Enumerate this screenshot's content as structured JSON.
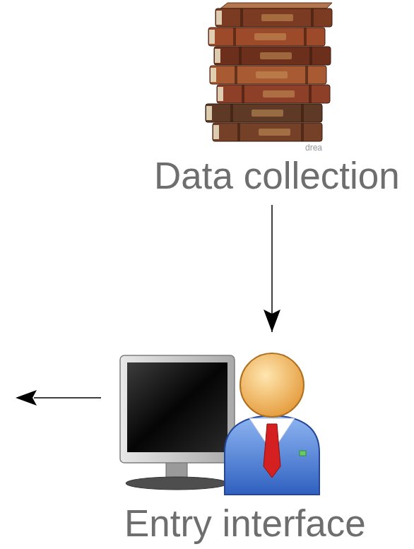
{
  "diagram": {
    "nodes": [
      {
        "text": [
          "Data collection"
        ]
      },
      {
        "text": [
          "Entry interface"
        ]
      }
    ],
    "edges": [
      {
        "from": 0,
        "to": 1,
        "arrow": "to"
      }
    ],
    "labels": [
      "drea"
    ]
  }
}
